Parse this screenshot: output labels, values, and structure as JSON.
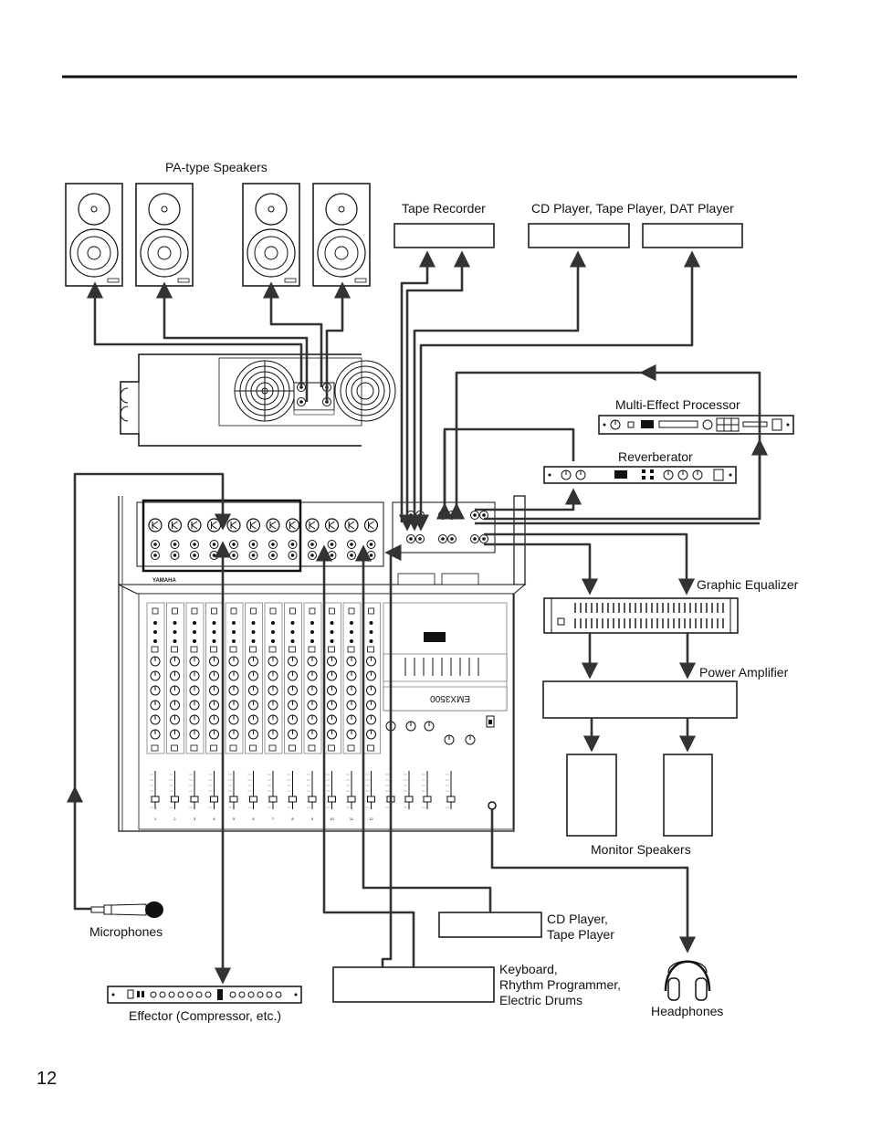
{
  "page_number": "12",
  "labels": {
    "pa_speakers": "PA-type Speakers",
    "tape_recorder": "Tape Recorder",
    "cd_tape_dat": "CD Player, Tape Player, DAT Player",
    "multi_effect": "Multi-Effect Processor",
    "reverberator": "Reverberator",
    "graphic_eq": "Graphic Equalizer",
    "power_amp": "Power Amplifier",
    "monitor_speakers": "Monitor Speakers",
    "microphones": "Microphones",
    "cd_tape_line1": "CD Player,",
    "cd_tape_line2": "Tape Player",
    "keyboard_line1": "Keyboard,",
    "keyboard_line2": "Rhythm Programmer,",
    "keyboard_line3": "Electric Drums",
    "headphones": "Headphones",
    "effector": "Effector (Compressor, etc.)"
  },
  "mixer": {
    "brand": "YAMAHA",
    "model": "EMX3500",
    "channel_numbers": [
      "1",
      "2",
      "3",
      "4",
      "5",
      "6",
      "7",
      "8",
      "9",
      "10",
      "11",
      "12"
    ]
  },
  "colors": {
    "line": "#333333",
    "device_fill": "#ffffff",
    "stroke": "#111111"
  }
}
